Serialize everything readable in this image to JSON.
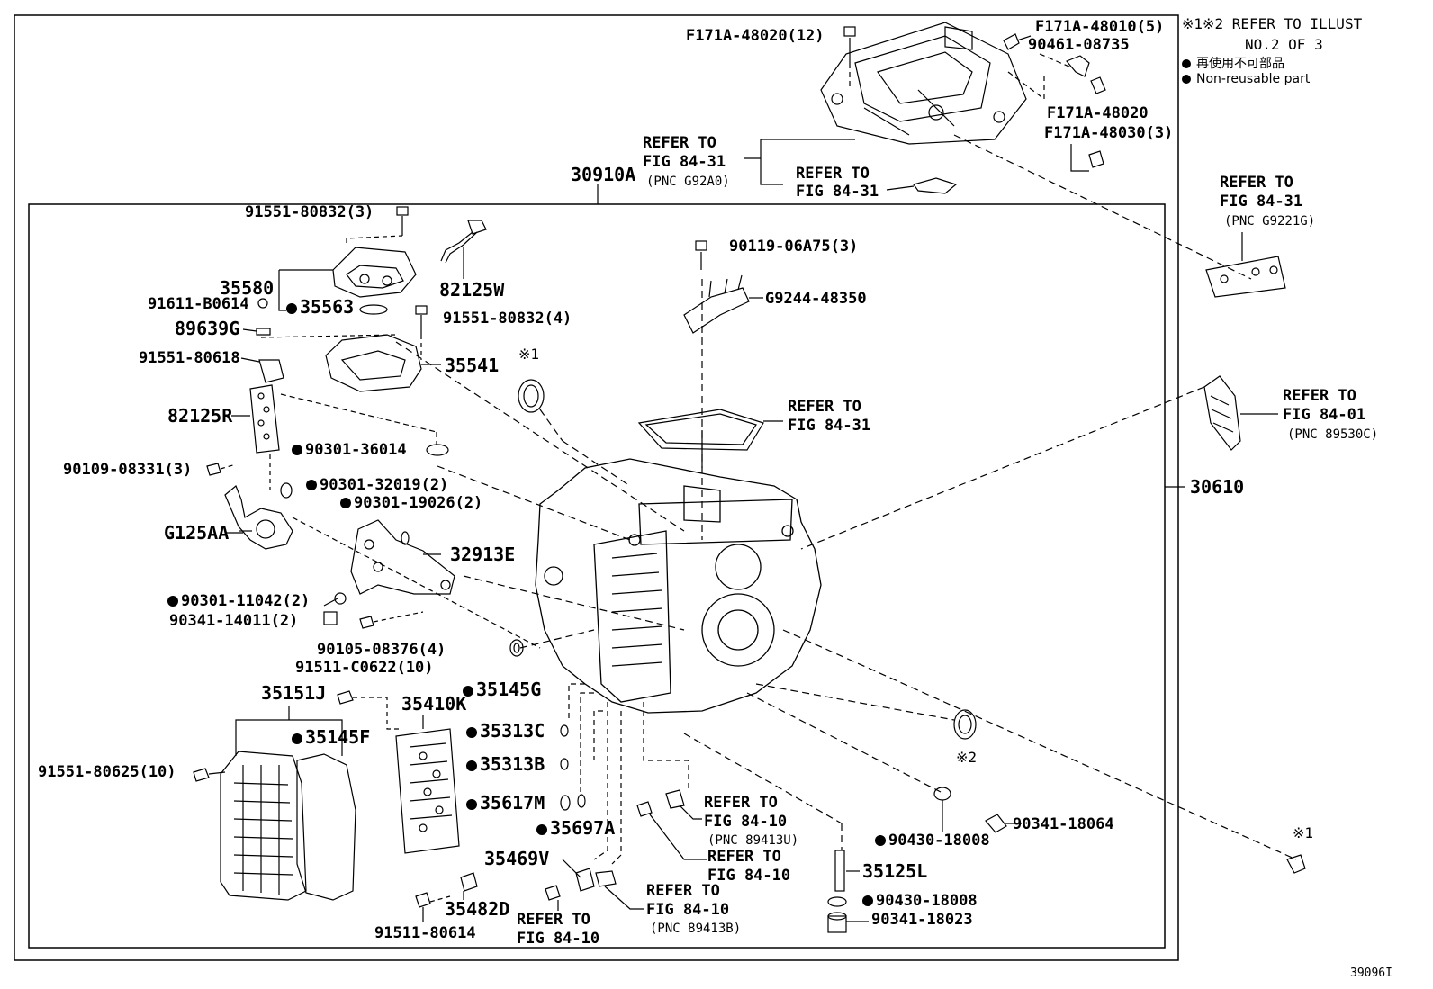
{
  "legend": {
    "note_line1": "※1※2 REFER TO ILLUST",
    "note_line2": "NO.2 OF 3",
    "nonreusable_jp": "再使用不可部品",
    "nonreusable_en": "Non-reusable part"
  },
  "illustration_id": "39096I",
  "labels": {
    "f171a_48020_12": "F171A-48020(12)",
    "f171a_48010_5": "F171A-48010(5)",
    "p90461_08735": "90461-08735",
    "f171a_48020": "F171A-48020",
    "f171a_48030_3": "F171A-48030(3)",
    "refer_84_31_a_1": "REFER TO",
    "refer_84_31_a_2": "FIG 84-31",
    "refer_84_31_a_3": "(PNC G92A0)",
    "refer_84_31_b_1": "REFER TO",
    "refer_84_31_b_2": "FIG 84-31",
    "p30910a": "30910A",
    "refer_84_31_c_1": "REFER TO",
    "refer_84_31_c_2": "FIG 84-31",
    "refer_84_31_c_3": "(PNC G9221G)",
    "p91551_80832_3": "91551-80832(3)",
    "p90119_06a75_3": "90119-06A75(3)",
    "g9244_48350": "G9244-48350",
    "p35580": "35580",
    "p91611_b0614": "91611-B0614",
    "p35563": "35563",
    "p82125w": "82125W",
    "p91551_80832_4": "91551-80832(4)",
    "p89639g": "89639G",
    "p91551_80618": "91551-80618",
    "p35541": "35541",
    "mark1_top": "※1",
    "refer_84_31_d_1": "REFER TO",
    "refer_84_31_d_2": "FIG 84-31",
    "refer_84_01_1": "REFER TO",
    "refer_84_01_2": "FIG 84-01",
    "refer_84_01_3": "(PNC 89530C)",
    "p82125r": "82125R",
    "p90301_36014": "90301-36014",
    "p90109_08331_3": "90109-08331(3)",
    "p90301_32019_2": "90301-32019(2)",
    "p90301_19026_2": "90301-19026(2)",
    "p30610": "30610",
    "g125aa": "G125AA",
    "p32913e": "32913E",
    "p90301_11042_2": "90301-11042(2)",
    "p90341_14011_2": "90341-14011(2)",
    "p90105_08376_4": "90105-08376(4)",
    "p91511_c0622_10": "91511-C0622(10)",
    "p35145g": "35145G",
    "p35151j": "35151J",
    "p35410k": "35410K",
    "p35313c": "35313C",
    "p35145f": "35145F",
    "p35313b": "35313B",
    "p91551_80625_10": "91551-80625(10)",
    "p35617m": "35617M",
    "p35697a": "35697A",
    "mark2": "※2",
    "refer_84_10_a_1": "REFER TO",
    "refer_84_10_a_2": "FIG 84-10",
    "refer_84_10_a_3": "(PNC 89413U)",
    "p90430_18008_a": "90430-18008",
    "p90341_18064": "90341-18064",
    "mark1_bottom": "※1",
    "refer_84_10_b_1": "REFER TO",
    "refer_84_10_b_2": "FIG 84-10",
    "p35469v": "35469V",
    "p35125l": "35125L",
    "refer_84_10_c_1": "REFER TO",
    "refer_84_10_c_2": "FIG 84-10",
    "refer_84_10_c_3": "(PNC 89413B)",
    "p90430_18008_b": "90430-18008",
    "p35482d": "35482D",
    "refer_84_10_d_1": "REFER TO",
    "refer_84_10_d_2": "FIG 84-10",
    "p91511_80614": "91511-80614",
    "p90341_18023": "90341-18023"
  }
}
